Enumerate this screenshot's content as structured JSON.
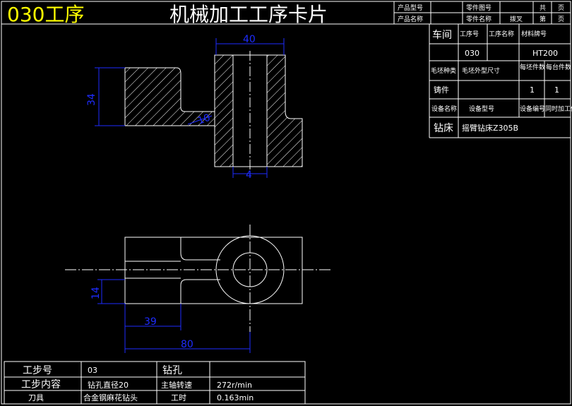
{
  "header": {
    "op_tag": "030工序",
    "title": "机械加工工序卡片",
    "product_model_label": "产品型号",
    "product_name_label": "产品名称",
    "part_drawing_no_label": "零件图号",
    "part_name_label": "零件名称",
    "part_name_value": "拨叉",
    "total_label": "共",
    "page_label": "页",
    "sheet_label": "第",
    "sheet_page_label": "页"
  },
  "info": {
    "workshop_label": "车间",
    "op_no_label": "工序号",
    "op_name_label": "工序名称",
    "material_label": "材料牌号",
    "op_no_value": "030",
    "material_value": "HT200",
    "blank_type_label": "毛坯种类",
    "blank_size_label": "毛坯外型尺寸",
    "per_blank_label": "每坯件数",
    "per_unit_label": "每台件数",
    "blank_type_value": "铸件",
    "per_blank_value": "1",
    "per_unit_value": "1",
    "equipment_name_label": "设备名称",
    "equipment_model_label": "设备型号",
    "equipment_no_label": "设备编号",
    "simultaneous_label": "同时加工件数",
    "equipment_name_value": "钻床",
    "equipment_model_value": "摇臂钻床Z305B"
  },
  "dimensions": {
    "d40": "40",
    "d34": "34",
    "d10": "10",
    "d4": "4",
    "d14": "14",
    "d39": "39",
    "d80": "80"
  },
  "step": {
    "step_no_label": "工步号",
    "step_no_value": "03",
    "step_name_value": "钻孔",
    "content_label": "工步内容",
    "content_value": "钻孔直径20",
    "spindle_label": "主轴转速",
    "spindle_value": "272r/min",
    "tool_label": "刀具",
    "tool_value": "合金钢麻花钻头",
    "time_label": "工时",
    "time_value": "0.163min"
  },
  "colors": {
    "background": "#000000",
    "line": "#ffffff",
    "dimension": "#1e2cff",
    "op_tag": "#ffff00"
  }
}
